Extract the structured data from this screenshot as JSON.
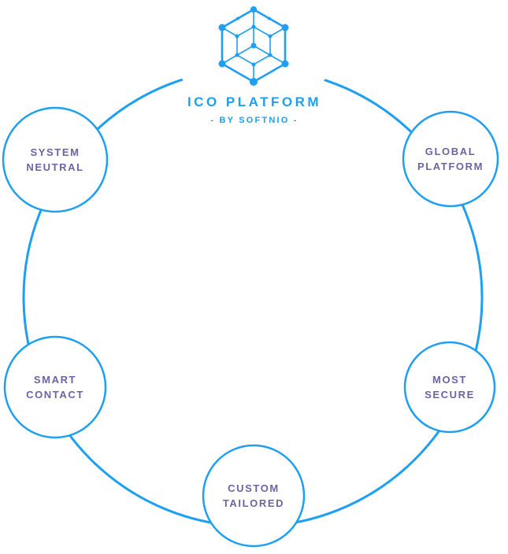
{
  "header": {
    "title": "ICO PLATFORM",
    "subtitle": "- BY SOFTNIO -"
  },
  "colors": {
    "accent_blue": "#1e9ff2",
    "label_purple": "#6e63a5"
  },
  "logo": {
    "icon": "hexagon-network-icon"
  },
  "nodes": [
    {
      "id": "system-neutral",
      "line1": "SYSTEM",
      "line2": "NEUTRAL"
    },
    {
      "id": "global-platform",
      "line1": "GLOBAL",
      "line2": "PLATFORM"
    },
    {
      "id": "smart-contact",
      "line1": "SMART",
      "line2": "CONTACT"
    },
    {
      "id": "most-secure",
      "line1": "MOST",
      "line2": "SECURE"
    },
    {
      "id": "custom-tailored",
      "line1": "CUSTOM",
      "line2": "TAILORED"
    }
  ]
}
